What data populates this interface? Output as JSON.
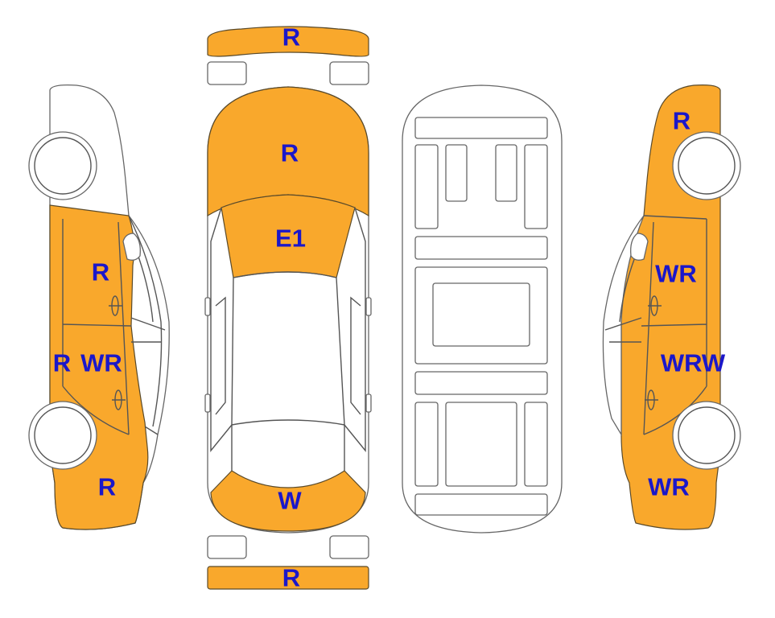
{
  "colors": {
    "damage_fill": "#f9a82c",
    "damage_stroke": "#5a4a2a",
    "label": "#1b17c9",
    "outline": "#555555",
    "background": "#ffffff"
  },
  "labels": {
    "front_bumper": "R",
    "hood": "R",
    "windshield": "E1",
    "rear_glass": "W",
    "rear_bumper": "R",
    "left_front_door": "R",
    "left_rocker": "R",
    "left_rear_door": "WR",
    "left_rear_quarter": "R",
    "right_front_fender": "R",
    "right_front_door": "WR",
    "right_rear_door": "WRW",
    "right_rear_quarter": "WR"
  }
}
